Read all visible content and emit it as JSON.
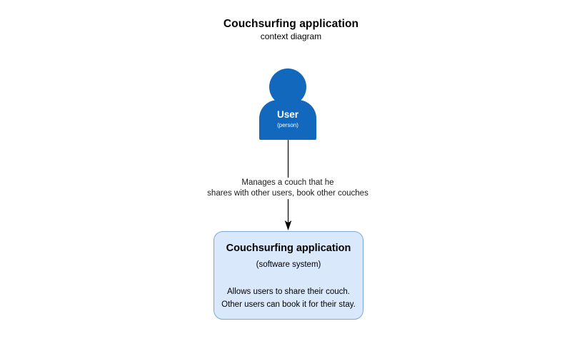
{
  "diagram": {
    "title": "Couchsurfing application",
    "subtitle": "context diagram",
    "type": "c4-context-diagram",
    "colors": {
      "person_fill": "#1168bd",
      "person_text": "#ffffff",
      "system_fill": "#dae8fc",
      "system_border": "#7ea6d9",
      "system_text": "#000000",
      "arrow": "#000000",
      "background": "#ffffff"
    }
  },
  "person": {
    "name": "User",
    "type": "(person)",
    "shape": "person-icon"
  },
  "relationship": {
    "line1": "Manages a couch that he",
    "line2": "shares with other users, book other couches",
    "direction": "down",
    "arrowhead": "filled-triangle"
  },
  "system": {
    "name": "Couchsurfing application",
    "type": "(software system)",
    "description_line1": "Allows users to share their couch.",
    "description_line2": "Other users can book it for their stay."
  }
}
